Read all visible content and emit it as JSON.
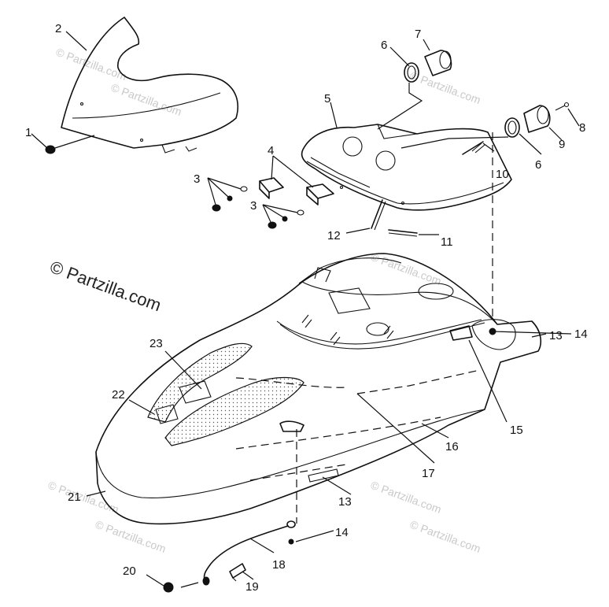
{
  "watermark": {
    "main": "© Partzilla.com",
    "faint": "© Partzilla.com"
  },
  "callouts": {
    "c1": "1",
    "c2": "2",
    "c3a": "3",
    "c3b": "3",
    "c4": "4",
    "c5": "5",
    "c6a": "6",
    "c6b": "6",
    "c7": "7",
    "c8": "8",
    "c9": "9",
    "c10": "10",
    "c11": "11",
    "c12": "12",
    "c13a": "13",
    "c13b": "13",
    "c14a": "14",
    "c14b": "14",
    "c15": "15",
    "c16": "16",
    "c17": "17",
    "c18": "18",
    "c19": "19",
    "c20": "20",
    "c21": "21",
    "c22": "22",
    "c23": "23"
  },
  "colors": {
    "line": "#111111",
    "watermark": "#c9c9c9"
  }
}
